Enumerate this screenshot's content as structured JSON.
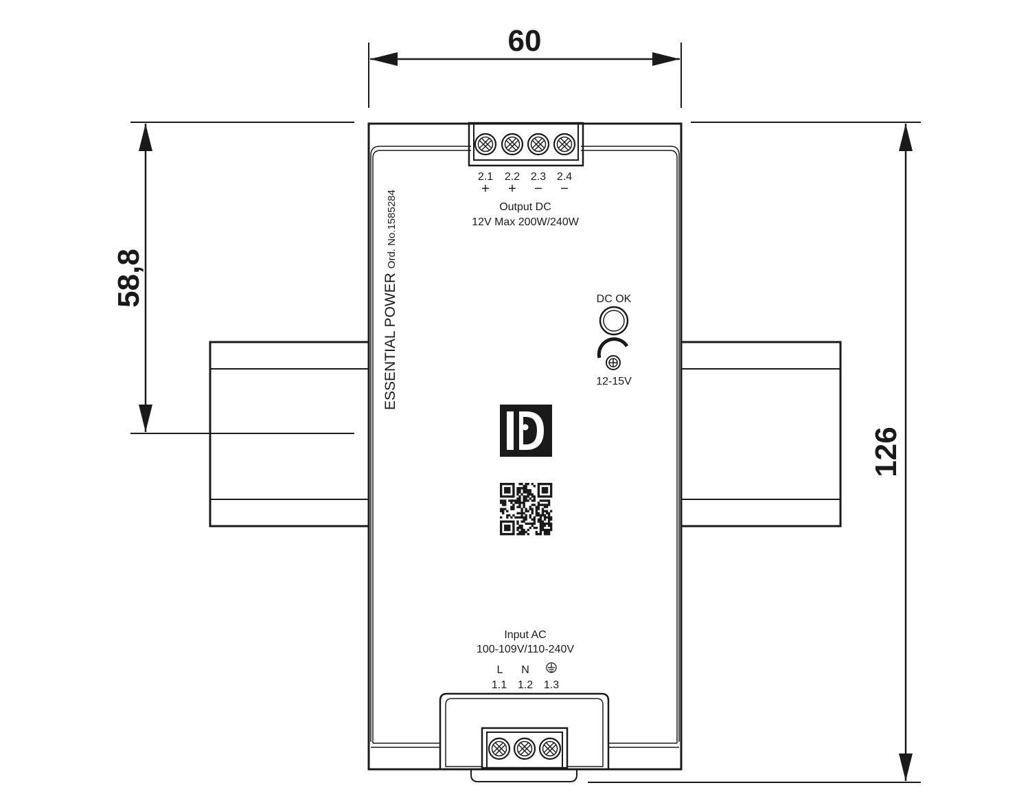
{
  "dimensions": {
    "width": "60",
    "depth": "58,8",
    "height": "126"
  },
  "brand_vertical": "ESSENTIAL POWER",
  "order_vertical": "Ord. No.1585284",
  "output": {
    "terminals": [
      "2.1",
      "2.2",
      "2.3",
      "2.4"
    ],
    "polarity": [
      "+",
      "+",
      "−",
      "−"
    ],
    "title": "Output DC",
    "spec": "12V Max 200W/240W"
  },
  "dc_ok_label": "DC OK",
  "adjust_label": "12-15V",
  "input": {
    "title": "Input AC",
    "spec": "100-109V/110-240V",
    "letters": [
      "L",
      "N"
    ],
    "terminals": [
      "1.1",
      "1.2",
      "1.3"
    ]
  },
  "icons": {
    "logo": "phoenix-contact-logo",
    "qr": "qr-code",
    "led": "led-indicator-icon",
    "potentiometer": "potentiometer-icon",
    "ground": "ground-symbol-icon",
    "screw": "terminal-screw-icon"
  }
}
